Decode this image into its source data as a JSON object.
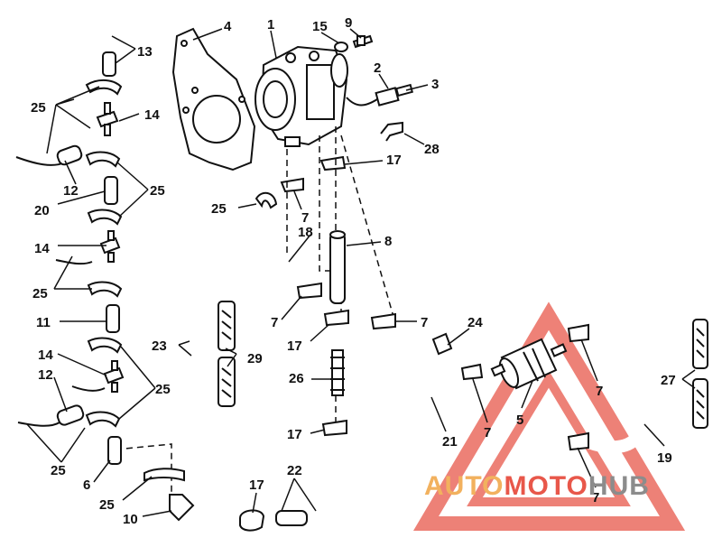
{
  "callouts": {
    "c1": "1",
    "c2": "2",
    "c3": "3",
    "c4": "4",
    "c5": "5",
    "c6": "6",
    "c7": "7",
    "c8": "8",
    "c9": "9",
    "c10": "10",
    "c11": "11",
    "c12": "12",
    "c13": "13",
    "c14": "14",
    "c15": "15",
    "c17": "17",
    "c18": "18",
    "c19": "19",
    "c20": "20",
    "c21": "21",
    "c22": "22",
    "c23": "23",
    "c24": "24",
    "c25": "25",
    "c26": "26",
    "c27": "27",
    "c28": "28",
    "c29": "29"
  },
  "watermark": {
    "part_a": "AUTO",
    "part_b": "MOTO",
    "part_c": "HUB"
  },
  "colors": {
    "ink": "#111111",
    "watermark_triangle": "#e8574a",
    "watermark_auto": "#f2b15e",
    "watermark_moto": "#e8574a",
    "watermark_hub": "#8c8c8c"
  }
}
